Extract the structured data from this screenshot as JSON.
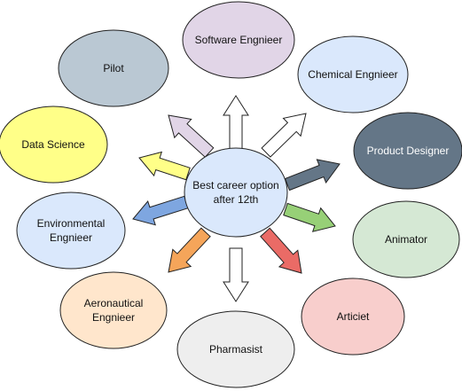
{
  "center": {
    "label_lines": [
      "Best career option",
      "after 12th"
    ],
    "fill": "#dae8fc",
    "stroke": "#222222",
    "text_color": "#111111"
  },
  "nodes": [
    {
      "id": "software-engineer",
      "label_lines": [
        "Software Engnieer"
      ],
      "fill": "#e1d5e7",
      "text_color": "#111111",
      "arrow_fill": "#ffffff"
    },
    {
      "id": "chemical-engineer",
      "label_lines": [
        "Chemical Engnieer"
      ],
      "fill": "#dae8fc",
      "text_color": "#111111",
      "arrow_fill": "#ffffff"
    },
    {
      "id": "product-designer",
      "label_lines": [
        "Product Designer"
      ],
      "fill": "#647687",
      "text_color": "#ffffff",
      "arrow_fill": "#647687"
    },
    {
      "id": "animator",
      "label_lines": [
        "Animator"
      ],
      "fill": "#d5e8d4",
      "text_color": "#111111",
      "arrow_fill": "#97d077"
    },
    {
      "id": "articiet",
      "label_lines": [
        "Articiet"
      ],
      "fill": "#f8cecc",
      "text_color": "#111111",
      "arrow_fill": "#ea6b66"
    },
    {
      "id": "pharmasist",
      "label_lines": [
        "Pharmasist"
      ],
      "fill": "#eeeeee",
      "text_color": "#111111",
      "arrow_fill": "#ffffff"
    },
    {
      "id": "aeronautical-engineer",
      "label_lines": [
        "Aeronautical",
        "Engnieer"
      ],
      "fill": "#ffe6cc",
      "text_color": "#111111",
      "arrow_fill": "#f5a55a"
    },
    {
      "id": "environmental-engineer",
      "label_lines": [
        "Environmental",
        "Engnieer"
      ],
      "fill": "#dae8fc",
      "text_color": "#111111",
      "arrow_fill": "#7ea6e0"
    },
    {
      "id": "data-science",
      "label_lines": [
        "Data Science"
      ],
      "fill": "#ffff88",
      "text_color": "#111111",
      "arrow_fill": "#ffff88"
    },
    {
      "id": "pilot",
      "label_lines": [
        "Pilot"
      ],
      "fill": "#bac8d3",
      "text_color": "#111111",
      "arrow_fill": "#e1d5e7"
    }
  ],
  "stroke_color": "#222222"
}
